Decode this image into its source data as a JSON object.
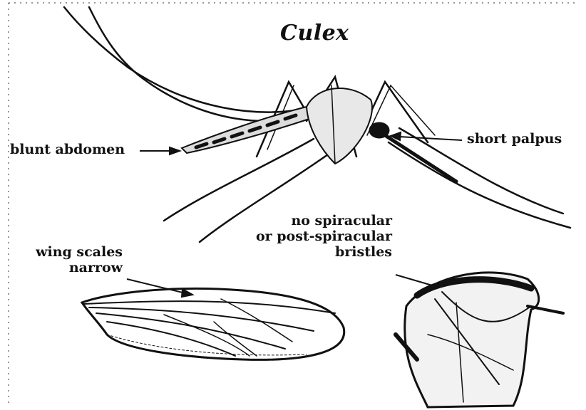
{
  "figure": {
    "title": "Culex",
    "labels": {
      "abdomen": "blunt abdomen",
      "palpus": "short palpus",
      "wing_line1": "wing scales",
      "wing_line2": "narrow",
      "bristles_line1": "no spiracular",
      "bristles_line2": "or post-spiracular",
      "bristles_line3": "bristles"
    }
  },
  "colors": {
    "ink": "#111111",
    "background": "#ffffff"
  }
}
